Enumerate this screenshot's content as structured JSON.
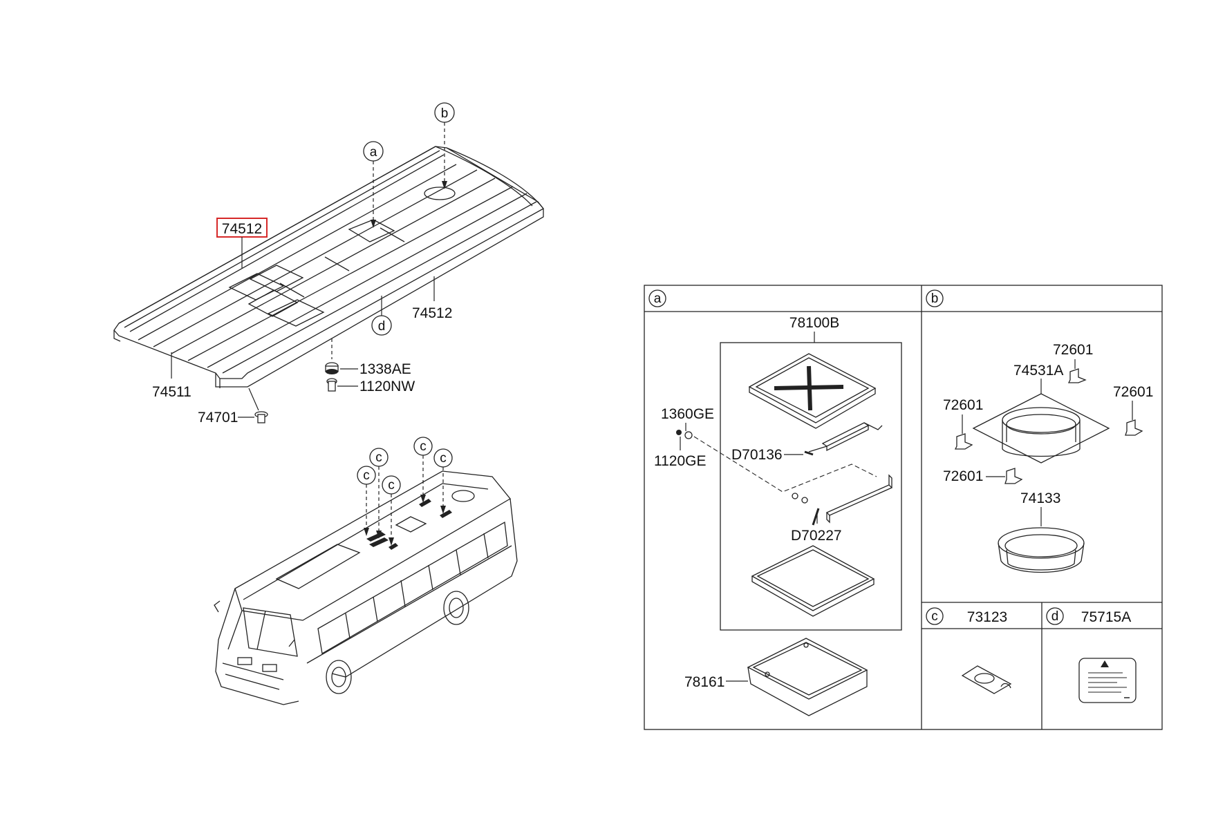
{
  "colors": {
    "line": "#222222",
    "highlight": "#d62828",
    "fill_dark": "#222222",
    "fill_light": "#f0f0f0"
  },
  "roof_assembly": {
    "highlight_part": "74512",
    "callout_a": "a",
    "callout_b": "b",
    "callout_d": "d",
    "part_roof_right": "74512",
    "part_roof_left": "74511",
    "part_nut": "1338AE",
    "part_bolt": "1120NW",
    "part_clip": "74701"
  },
  "bus_view": {
    "callouts": [
      "c",
      "c",
      "c",
      "c",
      "c"
    ]
  },
  "detail_table": {
    "panel_a": {
      "letter": "a",
      "assembly": "78100B",
      "part_screw_1": "1360GE",
      "part_screw_2": "1120GE",
      "part_pin_1": "D70136",
      "part_pin_2": "D70227",
      "part_frame": "78161"
    },
    "panel_b": {
      "letter": "b",
      "part_duct": "74531A",
      "part_bracket_top": "72601",
      "part_bracket_left": "72601",
      "part_bracket_right": "72601",
      "part_bracket_bottom": "72601",
      "part_ring": "74133"
    },
    "panel_c": {
      "letter": "c",
      "part": "73123"
    },
    "panel_d": {
      "letter": "d",
      "part": "75715A"
    }
  }
}
